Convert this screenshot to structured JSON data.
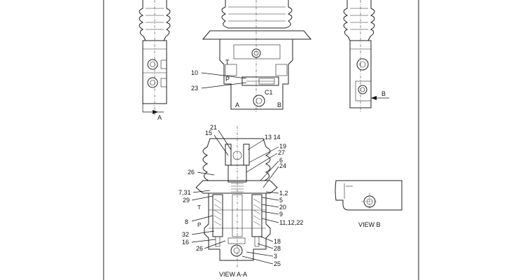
{
  "top_views": {
    "left_section_letter": "A",
    "right_section_letter": "B",
    "center_part_labels": [
      "10",
      "23"
    ],
    "center_port_labels": [
      "T",
      "P",
      "C1",
      "A",
      "B"
    ]
  },
  "section_view": {
    "caption": "VIEW A-A",
    "left_labels": [
      "21",
      "15",
      "26",
      "7,31",
      "29",
      "8",
      "32",
      "16",
      "26"
    ],
    "right_labels": [
      "13 14",
      "19",
      "27",
      "6",
      "24",
      "1,2",
      "5",
      "20",
      "9",
      "11,12,22",
      "18",
      "28",
      "3",
      "25"
    ],
    "port_labels": [
      "T",
      "P"
    ]
  },
  "side_view": {
    "caption": "VIEW B"
  }
}
